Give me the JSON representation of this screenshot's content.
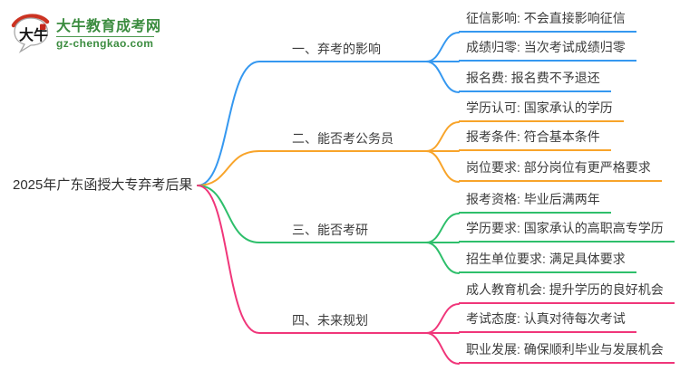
{
  "logo": {
    "icon": "dainiu-speech-bubble-logo-icon",
    "title": "大牛教育成考网",
    "url": "gz-chengkao.com",
    "brand_color": "#3b8c3f"
  },
  "mindmap": {
    "root": {
      "label": "2025年广东函授大专弃考后果"
    },
    "branches": [
      {
        "label": "一、弃考的影响",
        "color": "#3598f0",
        "children": [
          "征信影响: 不会直接影响征信",
          "成绩归零: 当次考试成绩归零",
          "报名费: 报名费不予退还"
        ]
      },
      {
        "label": "二、能否考公务员",
        "color": "#f8a42a",
        "children": [
          "学历认可: 国家承认的学历",
          "报考条件: 符合基本条件",
          "岗位要求: 部分岗位有更严格要求"
        ]
      },
      {
        "label": "三、能否考研",
        "color": "#2ebf6b",
        "children": [
          "报考资格: 毕业后满两年",
          "学历要求: 国家承认的高职高专学历",
          "招生单位要求: 满足具体要求"
        ]
      },
      {
        "label": "四、未来规划",
        "color": "#f0367a",
        "children": [
          "成人教育机会: 提升学历的良好机会",
          "考试态度: 认真对待每次考试",
          "职业发展: 确保顺利毕业与发展机会"
        ]
      }
    ]
  }
}
